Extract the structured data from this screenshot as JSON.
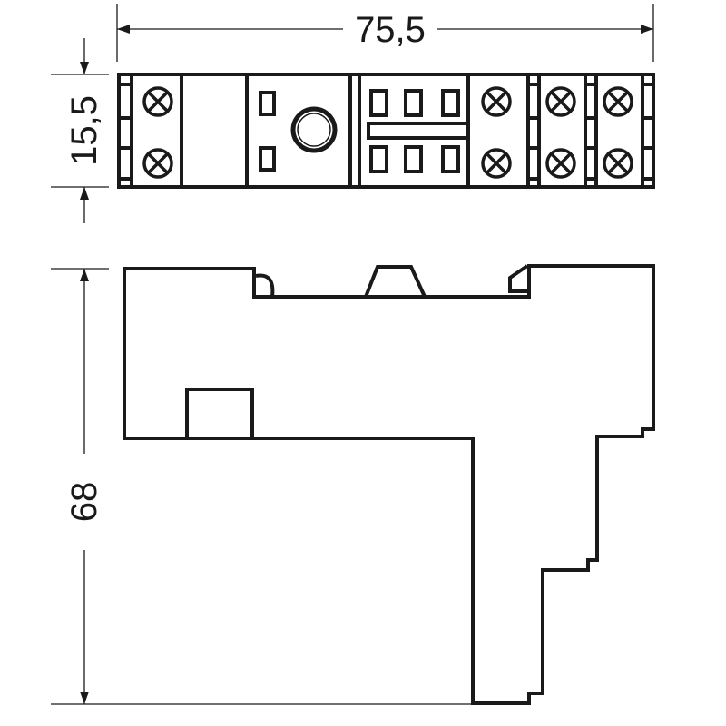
{
  "drawing": {
    "title": "Relay socket dimensional drawing",
    "units": "mm",
    "stroke_color": "#1a1a1a",
    "background_color": "#ffffff"
  },
  "dimensions": {
    "width": {
      "label": "75,5",
      "value": 75.5,
      "orientation": "horizontal"
    },
    "depth": {
      "label": "15,5",
      "value": 15.5,
      "orientation": "vertical"
    },
    "height": {
      "label": "68",
      "value": 68,
      "orientation": "vertical"
    }
  },
  "top_view": {
    "terminal_screws": 8,
    "relay_pin_sockets": 8,
    "center_hole": 1,
    "sections": [
      "screw-terminal-left",
      "blank",
      "coil-pins-and-hole",
      "contact-pins",
      "screw-terminal-1",
      "screw-terminal-2",
      "screw-terminal-3"
    ]
  },
  "side_view": {
    "features": [
      "left-retaining-hook",
      "center-trapezoid-clip",
      "right-latch",
      "din-rail-foot",
      "stepped-profile-right"
    ]
  }
}
